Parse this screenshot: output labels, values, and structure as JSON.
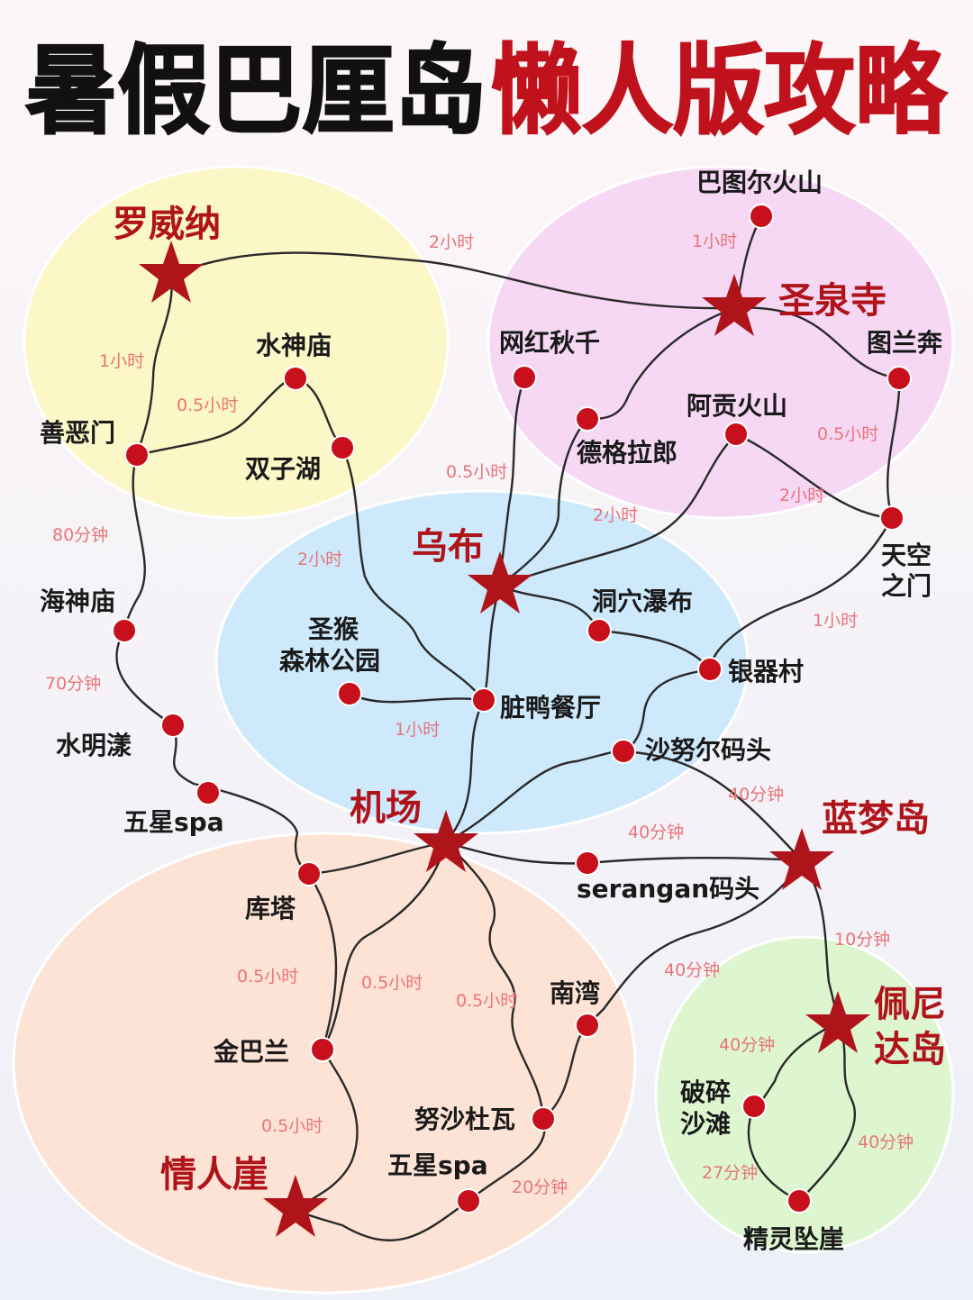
{
  "title": {
    "part1": "暑假巴厘岛",
    "part2": "懒人版攻略"
  },
  "colors": {
    "title_black": "#111111",
    "title_red": "#c0121c",
    "hub": "#b0141b",
    "dot": "#c8101c",
    "time": "#e8757a",
    "region_lovina": "#fbf7c6",
    "region_temple": "#f6d8f5",
    "region_ubud": "#cde9fb",
    "region_south": "#fde3d5",
    "region_penida": "#ddf6cf"
  },
  "hubs": {
    "lovina": "罗威纳",
    "temple": "圣泉寺",
    "ubud": "乌布",
    "airport": "机场",
    "lembongan": "蓝梦岛",
    "penida1": "佩尼",
    "penida2": "达岛",
    "uluwatu": "情人崖"
  },
  "places": {
    "batur": "巴图尔火山",
    "swing": "网红秋千",
    "tulamben": "图兰奔",
    "agung": "阿贡火山",
    "tegal": "德格拉郎",
    "heaven1": "天空",
    "heaven2": "之门",
    "water_temple": "水神庙",
    "gate": "善恶门",
    "twin_lake": "双子湖",
    "tanah_lot": "海神庙",
    "monkey1": "圣猴",
    "monkey2": "森林公园",
    "cave": "洞穴瀑布",
    "silver": "银器村",
    "duck": "脏鸭餐厅",
    "sanur": "沙努尔码头",
    "tirta": "水明漾",
    "spa1": "五星spa",
    "kuta": "库塔",
    "serangan": "serangan码头",
    "jimbaran": "金巴兰",
    "south_bay": "南湾",
    "nusa_dua": "努沙杜瓦",
    "spa2": "五星spa",
    "broken1": "破碎",
    "broken2": "沙滩",
    "angel": "精灵坠崖"
  },
  "times": {
    "t_lovina_temple": "2小时",
    "t_batur": "1小时",
    "t_lovina_gate": "1小时",
    "t_gate_water": "0.5小时",
    "t_ubud_swing": "0.5小时",
    "t_tulamben": "0.5小时",
    "t_agung": "2小时",
    "t_ubud_agung": "2小时",
    "t_ubud_lake": "2小时",
    "t_gate_tanah": "80分钟",
    "t_heaven": "1小时",
    "t_tanah_tirta": "70分钟",
    "t_duck": "1小时",
    "t_sanur_lembongan": "40分钟",
    "t_serangan": "40分钟",
    "t_lembongan_penida": "10分钟",
    "t_south_penida": "40分钟",
    "t_kuta_jimbaran": "0.5小时",
    "t_airport_jimbaran": "0.5小时",
    "t_airport_nusa": "0.5小时",
    "t_penida_broken": "40分钟",
    "t_penida_angel": "40分钟",
    "t_broken_angel": "27分钟",
    "t_jimbaran_uluwatu": "0.5小时",
    "t_spa2": "20分钟"
  }
}
